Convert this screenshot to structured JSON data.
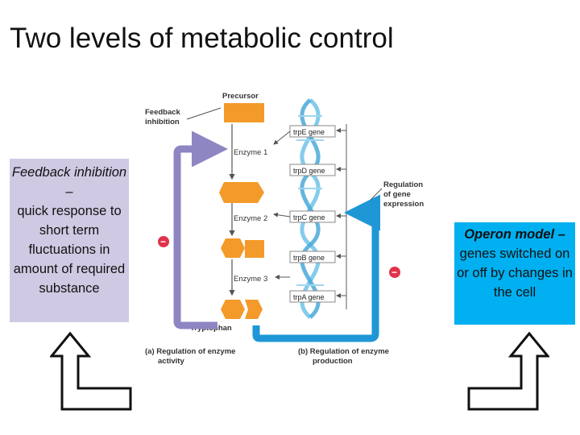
{
  "title": "Two levels of metabolic control",
  "left_box": {
    "heading": "Feedback inhibition –",
    "body": "quick response to short term fluctuations in amount of required substance"
  },
  "right_box": {
    "heading": "Operon model –",
    "body": "genes switched on or off by changes in the cell"
  },
  "diagram": {
    "precursor": "Precursor",
    "feedback_label_1": "Feedback",
    "feedback_label_2": "inhibition",
    "enzyme_1": "Enzyme 1",
    "enzyme_2": "Enzyme 2",
    "enzyme_3": "Enzyme 3",
    "tryptophan": "Tryptophan",
    "gene_e": "trpE gene",
    "gene_d": "trpD gene",
    "gene_c": "trpC gene",
    "gene_b": "trpB gene",
    "gene_a": "trpA gene",
    "regulation_1": "Regulation",
    "regulation_2": "of gene",
    "regulation_3": "expression",
    "caption_a_1": "(a) Regulation of enzyme",
    "caption_a_2": "activity",
    "caption_b_1": "(b) Regulation of enzyme",
    "caption_b_2": "production",
    "minus_sign": "−",
    "colors": {
      "enzyme_orange": "#f39a2b",
      "feedback_purple": "#8d86c2",
      "repression_blue": "#1f97d6",
      "dna_blue": "#6fc3e8",
      "inhibit_red": "#e0334a"
    }
  }
}
